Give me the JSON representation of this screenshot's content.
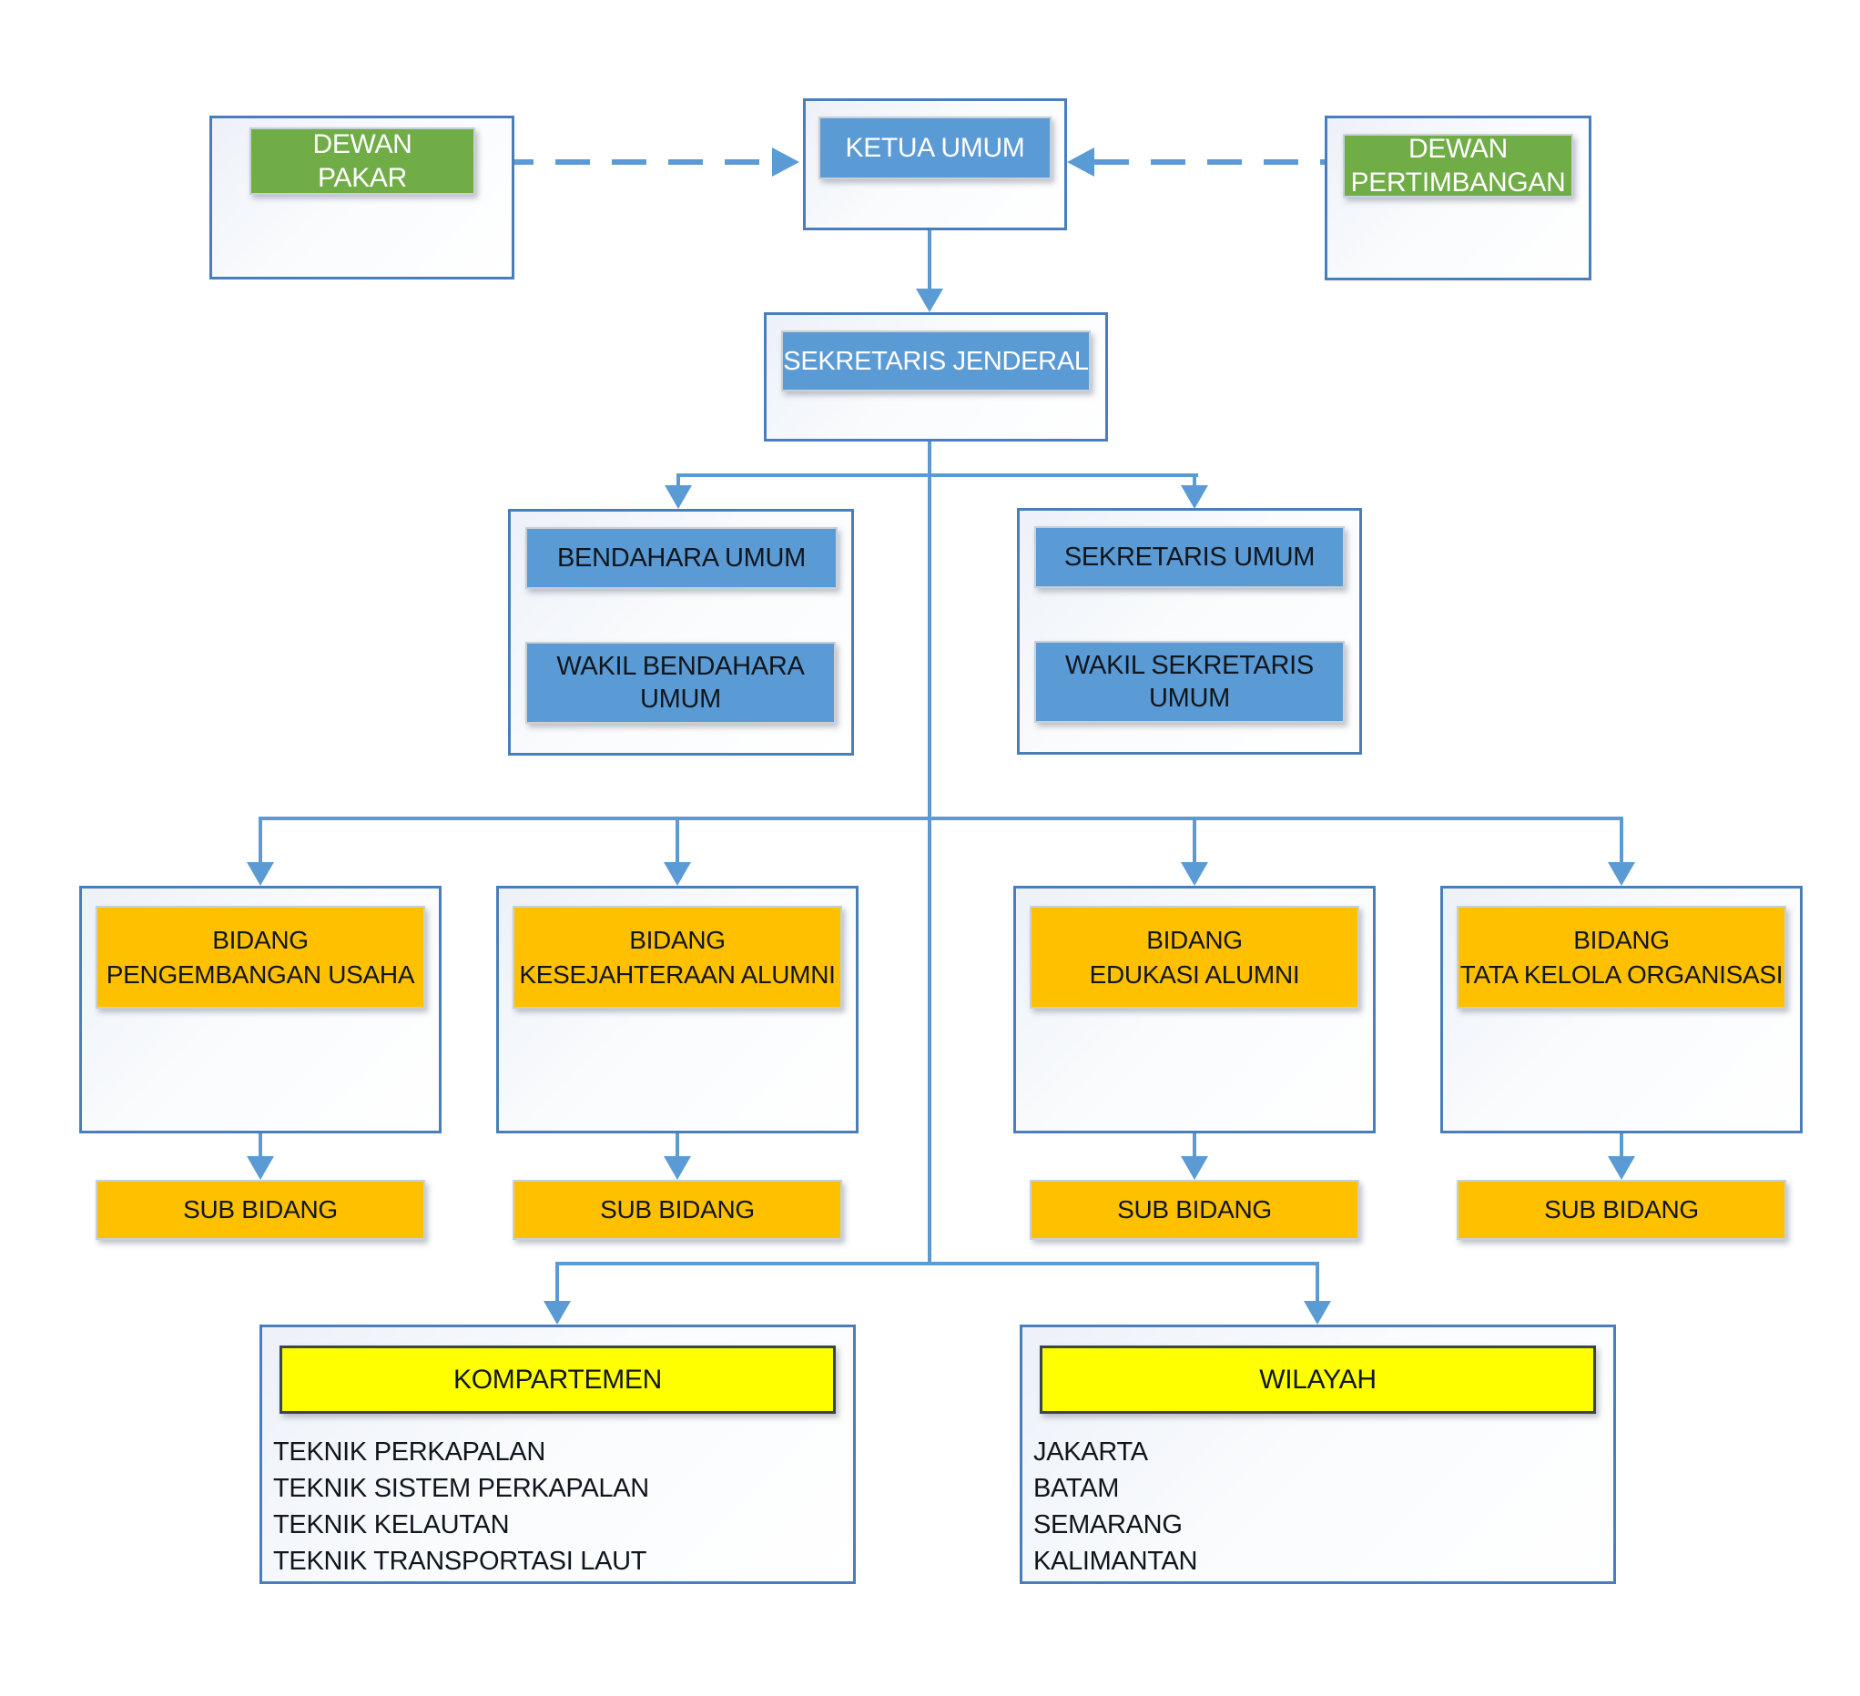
{
  "palette": {
    "blue": "#5B9BD5",
    "green": "#70AD47",
    "orange": "#FFC000",
    "yellow": "#FFFF00",
    "connector_blue": "#5B9BD5",
    "panel_border_blue": "#4A7EBB"
  },
  "nodes": {
    "dewan_pakar": "DEWAN\nPAKAR",
    "ketua_umum": "KETUA UMUM",
    "dewan_pertimbangan": "DEWAN\nPERTIMBANGAN",
    "sekretaris_jenderal": "SEKRETARIS JENDERAL",
    "bendahara_umum": "BENDAHARA UMUM",
    "wakil_bendahara_umum": "WAKIL BENDAHARA\nUMUM",
    "sekretaris_umum": "SEKRETARIS UMUM",
    "wakil_sekretaris_umum": "WAKIL SEKRETARIS\nUMUM",
    "bidang": [
      {
        "label": "BIDANG\nPENGEMBANGAN USAHA",
        "sub": "SUB BIDANG"
      },
      {
        "label": "BIDANG\nKESEJAHTERAAN ALUMNI",
        "sub": "SUB BIDANG"
      },
      {
        "label": "BIDANG\nEDUKASI ALUMNI",
        "sub": "SUB BIDANG"
      },
      {
        "label": "BIDANG\nTATA KELOLA ORGANISASI",
        "sub": "SUB BIDANG"
      }
    ],
    "kompartemen": {
      "header": "KOMPARTEMEN",
      "items": [
        "TEKNIK PERKAPALAN",
        "TEKNIK SISTEM PERKAPALAN",
        "TEKNIK KELAUTAN",
        "TEKNIK TRANSPORTASI LAUT"
      ]
    },
    "wilayah": {
      "header": "WILAYAH",
      "items": [
        "JAKARTA",
        "BATAM",
        "SEMARANG",
        "KALIMANTAN"
      ]
    }
  }
}
